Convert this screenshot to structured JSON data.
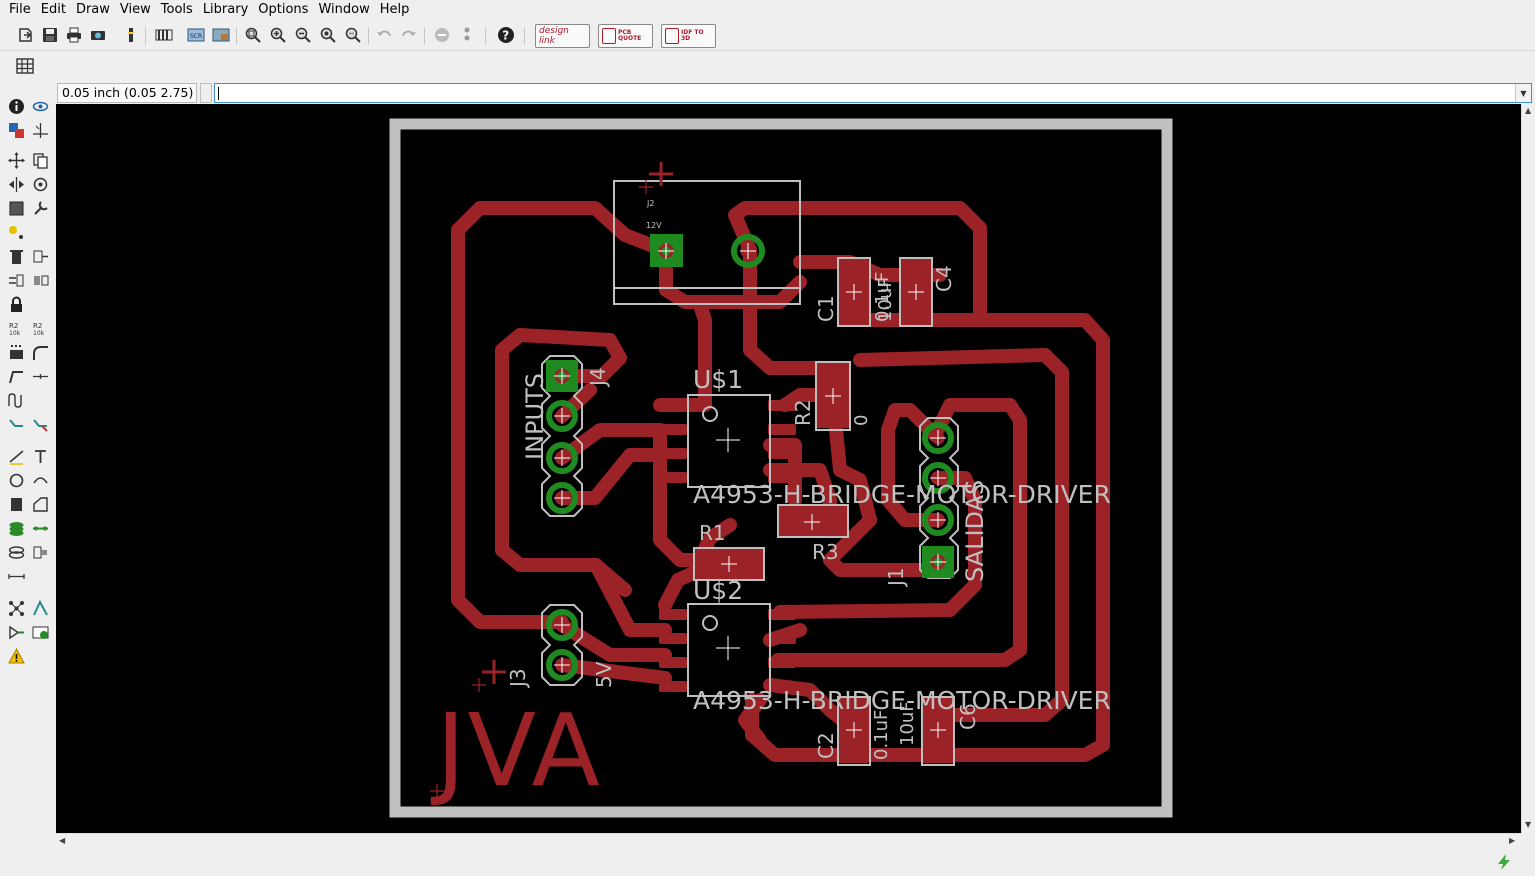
{
  "menubar": {
    "items": [
      "File",
      "Edit",
      "Draw",
      "View",
      "Tools",
      "Library",
      "Options",
      "Window",
      "Help"
    ]
  },
  "toolbar": {
    "icons": [
      "open-icon",
      "save-icon",
      "print-icon",
      "cam-icon",
      "script-icon",
      "ulp-icon",
      "scr-icon",
      "board-switch-icon",
      "zoom-fit-icon",
      "zoom-in-icon",
      "zoom-out-icon",
      "zoom-redraw-icon",
      "zoom-select-icon",
      "undo-icon",
      "redo-icon",
      "stop-icon",
      "go-icon",
      "help-icon"
    ],
    "designlink_label": "design link",
    "pcbquote_label": "PCB QUOTE",
    "idf_label": "IDF TO 3D"
  },
  "coordinate": "0.05 inch (0.05 2.75)",
  "command": {
    "value": "",
    "placeholder": ""
  },
  "colors": {
    "background": "#000000",
    "copper": "#9b2226",
    "pad": "#1f8a1f",
    "silk": "#bfbfbf",
    "outline": "#c0c0c0"
  },
  "board": {
    "logo": "JVA",
    "labels": {
      "j2": "J2",
      "j2_pin": "12V",
      "j4": "J4",
      "inputs": "INPUTS",
      "u1": "U$1",
      "u1_value": "A4953-H-BRIDGE-MOTOR-DRIVER",
      "u2": "U$2",
      "u2_value": "A4953-H-BRIDGE-MOTOR-DRIVER",
      "r1": "R1",
      "r2": "R2",
      "r2_value": "0",
      "r3": "R3",
      "c1": "C1",
      "c1_value": "0.1uF",
      "c4": "C4",
      "c4_value": "10uF",
      "c2": "C2",
      "c2_value": "0.1uF",
      "c6": "C6",
      "c6_value": "10uF",
      "j1": "J1",
      "salidas": "SALIDAS",
      "j3": "J3",
      "j3_value": "5V"
    }
  }
}
